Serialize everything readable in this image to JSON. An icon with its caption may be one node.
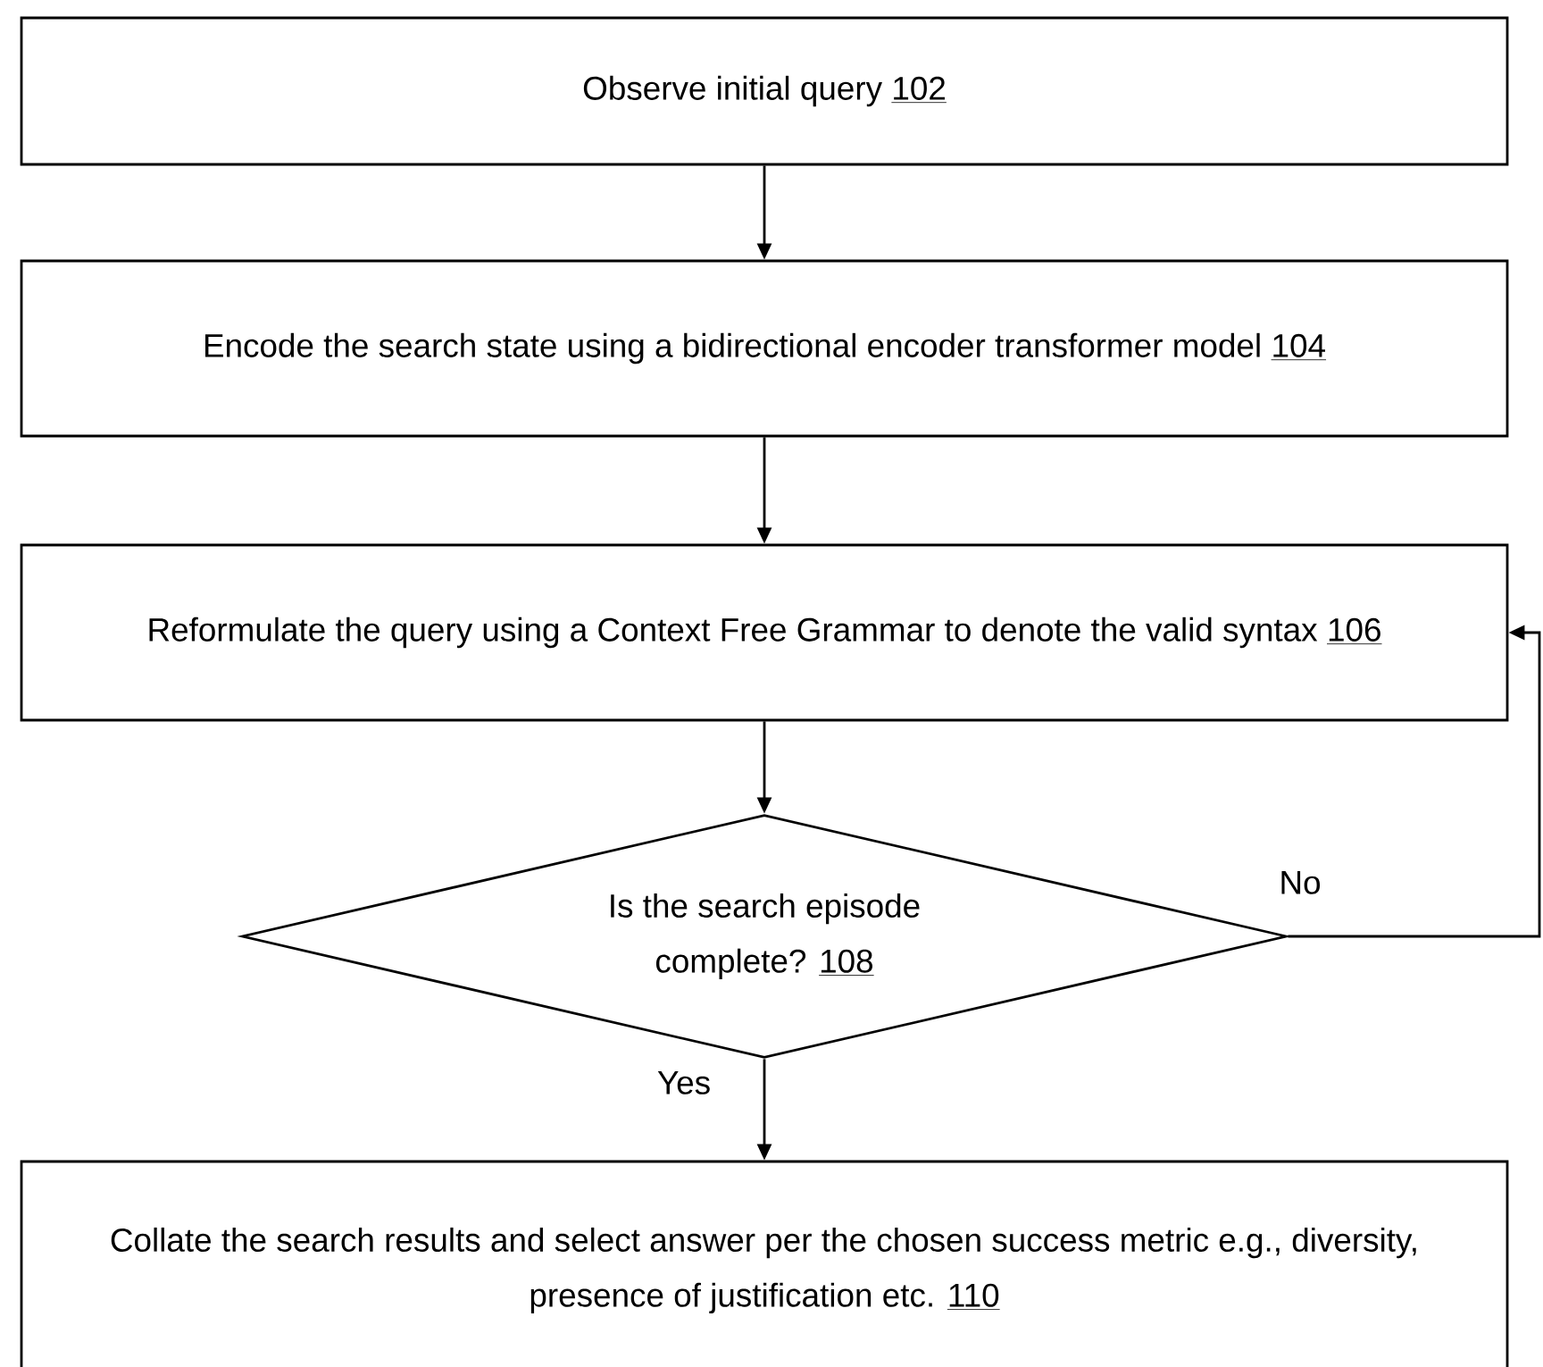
{
  "diagram": {
    "nodes": [
      {
        "text": [
          "Observe initial query",
          "102"
        ]
      },
      {
        "text": [
          "Encode the search state using a bidirectional encoder transformer model",
          "104"
        ]
      },
      {
        "text": [
          "Reformulate the query using a Context Free Grammar to denote the valid syntax",
          "106"
        ]
      },
      {
        "text": [
          "Is the search episode complete?",
          "108"
        ]
      },
      {
        "text": [
          "Collate the search results and select answer per the chosen success metric e.g., diversity, presence of justification etc.",
          "110"
        ]
      }
    ],
    "edges": [
      {
        "from": 0,
        "to": 1,
        "arrow": "to"
      },
      {
        "from": 1,
        "to": 2,
        "arrow": "to"
      },
      {
        "from": 2,
        "to": 3,
        "arrow": "to"
      },
      {
        "from": 3,
        "to": 4,
        "arrow": "to",
        "label": "Yes"
      },
      {
        "from": 3,
        "to": 2,
        "arrow": "to",
        "label": "No"
      }
    ]
  }
}
